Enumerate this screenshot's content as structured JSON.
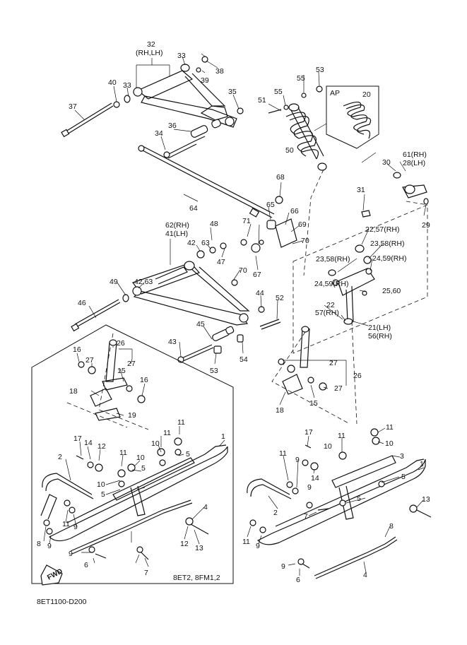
{
  "labels": [
    {
      "id": "32",
      "text": "32"
    },
    {
      "id": "rhlh_top",
      "text": "(RH,LH)"
    },
    {
      "id": "33a",
      "text": "33"
    },
    {
      "id": "38",
      "text": "38"
    },
    {
      "id": "39",
      "text": "39"
    },
    {
      "id": "40",
      "text": "40"
    },
    {
      "id": "33b",
      "text": "33"
    },
    {
      "id": "35",
      "text": "35"
    },
    {
      "id": "37",
      "text": "37"
    },
    {
      "id": "36",
      "text": "36"
    },
    {
      "id": "34",
      "text": "34"
    },
    {
      "id": "55a",
      "text": "55"
    },
    {
      "id": "53a",
      "text": "53"
    },
    {
      "id": "51",
      "text": "51"
    },
    {
      "id": "55b",
      "text": "55"
    },
    {
      "id": "ap",
      "text": "AP"
    },
    {
      "id": "20",
      "text": "20"
    },
    {
      "id": "50",
      "text": "50"
    },
    {
      "id": "30",
      "text": "30"
    },
    {
      "id": "61rh",
      "text": "61(RH)"
    },
    {
      "id": "28lh",
      "text": "28(LH)"
    },
    {
      "id": "68",
      "text": "68"
    },
    {
      "id": "64",
      "text": "64"
    },
    {
      "id": "65",
      "text": "65"
    },
    {
      "id": "66",
      "text": "66"
    },
    {
      "id": "31",
      "text": "31"
    },
    {
      "id": "29",
      "text": "29"
    },
    {
      "id": "62rh",
      "text": "62(RH)"
    },
    {
      "id": "41lh",
      "text": "41(LH)"
    },
    {
      "id": "48",
      "text": "48"
    },
    {
      "id": "71",
      "text": "71"
    },
    {
      "id": "69",
      "text": "69"
    },
    {
      "id": "22_57rh",
      "text": "22,57(RH)"
    },
    {
      "id": "42a",
      "text": "42"
    },
    {
      "id": "63a",
      "text": "63"
    },
    {
      "id": "70a",
      "text": "70"
    },
    {
      "id": "23_58rh_a",
      "text": "23,58(RH)"
    },
    {
      "id": "47",
      "text": "47"
    },
    {
      "id": "67",
      "text": "67"
    },
    {
      "id": "23_58rh_b",
      "text": "23,58(RH)"
    },
    {
      "id": "24_59rh_a",
      "text": "24,59(RH)"
    },
    {
      "id": "70b",
      "text": "70"
    },
    {
      "id": "49",
      "text": "49"
    },
    {
      "id": "42_63",
      "text": "42,63"
    },
    {
      "id": "24_59rh_b",
      "text": "24,59(RH)"
    },
    {
      "id": "25_60",
      "text": "25,60"
    },
    {
      "id": "44",
      "text": "44"
    },
    {
      "id": "46",
      "text": "46"
    },
    {
      "id": "52",
      "text": "52"
    },
    {
      "id": "22b",
      "text": "22"
    },
    {
      "id": "57rh",
      "text": "57(RH)"
    },
    {
      "id": "45",
      "text": "45"
    },
    {
      "id": "21lh",
      "text": "21(LH)"
    },
    {
      "id": "56rh",
      "text": "56(RH)"
    },
    {
      "id": "43",
      "text": "43"
    },
    {
      "id": "54",
      "text": "54"
    },
    {
      "id": "53b",
      "text": "53"
    },
    {
      "id": "16a",
      "text": "16"
    },
    {
      "id": "26a",
      "text": "26"
    },
    {
      "id": "27a",
      "text": "27"
    },
    {
      "id": "27b",
      "text": "27"
    },
    {
      "id": "15a",
      "text": "15"
    },
    {
      "id": "16b",
      "text": "16"
    },
    {
      "id": "18a",
      "text": "18"
    },
    {
      "id": "19",
      "text": "19"
    },
    {
      "id": "27c",
      "text": "27"
    },
    {
      "id": "26b",
      "text": "26"
    },
    {
      "id": "27d",
      "text": "27"
    },
    {
      "id": "18b",
      "text": "18"
    },
    {
      "id": "15b",
      "text": "15"
    },
    {
      "id": "11a",
      "text": "11"
    },
    {
      "id": "11b",
      "text": "11"
    },
    {
      "id": "10a",
      "text": "10"
    },
    {
      "id": "5a",
      "text": "5"
    },
    {
      "id": "1a",
      "text": "1"
    },
    {
      "id": "17a",
      "text": "17"
    },
    {
      "id": "14a",
      "text": "14"
    },
    {
      "id": "12a",
      "text": "12"
    },
    {
      "id": "11c",
      "text": "11"
    },
    {
      "id": "10b",
      "text": "10"
    },
    {
      "id": "5b",
      "text": "5"
    },
    {
      "id": "2a",
      "text": "2"
    },
    {
      "id": "10c",
      "text": "10"
    },
    {
      "id": "5c",
      "text": "5"
    },
    {
      "id": "4a",
      "text": "4"
    },
    {
      "id": "11d",
      "text": "11"
    },
    {
      "id": "9a",
      "text": "9"
    },
    {
      "id": "12b",
      "text": "12"
    },
    {
      "id": "13a",
      "text": "13"
    },
    {
      "id": "8a",
      "text": "8"
    },
    {
      "id": "9b",
      "text": "9"
    },
    {
      "id": "9c",
      "text": "9"
    },
    {
      "id": "6a",
      "text": "6"
    },
    {
      "id": "7a",
      "text": "7"
    },
    {
      "id": "11e",
      "text": "11"
    },
    {
      "id": "10d",
      "text": "10"
    },
    {
      "id": "17b",
      "text": "17"
    },
    {
      "id": "11f",
      "text": "11"
    },
    {
      "id": "3",
      "text": "3"
    },
    {
      "id": "1b",
      "text": "1"
    },
    {
      "id": "11g",
      "text": "11"
    },
    {
      "id": "9d",
      "text": "9"
    },
    {
      "id": "10e",
      "text": "10"
    },
    {
      "id": "14b",
      "text": "14"
    },
    {
      "id": "5d",
      "text": "5"
    },
    {
      "id": "9e",
      "text": "9"
    },
    {
      "id": "2b",
      "text": "2"
    },
    {
      "id": "5e",
      "text": "5"
    },
    {
      "id": "7b",
      "text": "7"
    },
    {
      "id": "13b",
      "text": "13"
    },
    {
      "id": "11h",
      "text": "11"
    },
    {
      "id": "9f",
      "text": "9"
    },
    {
      "id": "8b",
      "text": "8"
    },
    {
      "id": "9g",
      "text": "9"
    },
    {
      "id": "6b",
      "text": "6"
    },
    {
      "id": "4b",
      "text": "4"
    }
  ],
  "fwd": "FWD",
  "model_note": "8ET2, 8FM1,2",
  "diagram_code": "8ET1100-D200"
}
